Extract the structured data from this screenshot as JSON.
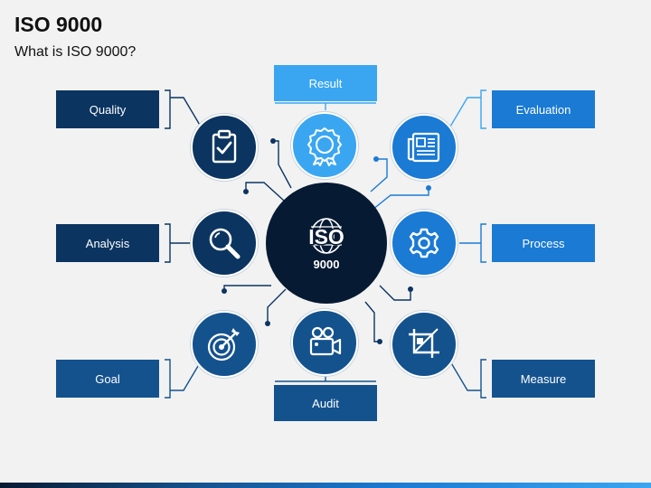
{
  "title": "ISO 9000",
  "subtitle": "What is ISO 9000?",
  "center": {
    "logo_text": "ISO",
    "sub_text": "9000"
  },
  "items": {
    "quality": {
      "label": "Quality",
      "icon": "clipboard-check-icon"
    },
    "result": {
      "label": "Result",
      "icon": "award-ribbon-icon"
    },
    "evaluation": {
      "label": "Evaluation",
      "icon": "newspaper-icon"
    },
    "analysis": {
      "label": "Analysis",
      "icon": "magnifier-icon"
    },
    "process": {
      "label": "Process",
      "icon": "gear-icon"
    },
    "goal": {
      "label": "Goal",
      "icon": "target-arrow-icon"
    },
    "audit": {
      "label": "Audit",
      "icon": "video-camera-icon"
    },
    "measure": {
      "label": "Measure",
      "icon": "crop-measure-icon"
    }
  },
  "colors": {
    "navy": "#0b3461",
    "mid_blue": "#14528e",
    "blue": "#1a7ad4",
    "light_blue": "#3aa6f2",
    "center": "#071a33"
  }
}
